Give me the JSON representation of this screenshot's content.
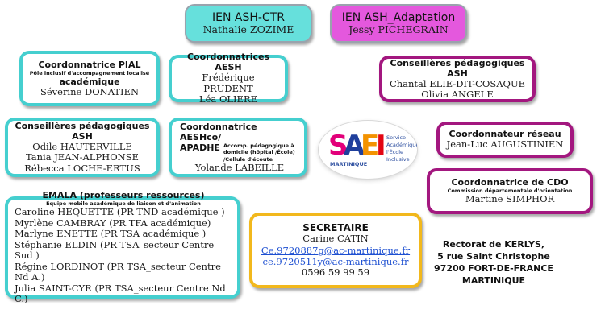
{
  "top": {
    "ctr": {
      "title": "IEN ASH-CTR",
      "name": "Nathalie ZOZIME"
    },
    "adaptation": {
      "title": "IEN ASH_Adaptation",
      "name": "Jessy PICHEGRAIN"
    }
  },
  "pial": {
    "title": "Coordonnatrice PIAL",
    "sub": "Pôle inclusif d'accompagnement localisé",
    "title2": "académique",
    "name": "Séverine DONATIEN"
  },
  "aesh": {
    "title": "Coordonnatrices AESH",
    "names": [
      "Frédérique PRUDENT",
      "Léa OLIERE"
    ]
  },
  "cp_ash_left": {
    "title": "Conseillères pédagogiques ASH",
    "names": [
      "Odile HAUTERVILLE",
      "Tania JEAN-ALPHONSE",
      "Rébecca LOCHE-ERTUS"
    ]
  },
  "aeshco": {
    "title_a": "Coordonnatrice AESHco/",
    "title_b": "APADHE",
    "sub": "Accomp. pédagogique à domicile (hôpital /École) /Cellule d'écoute",
    "name": "Yolande LABEILLE"
  },
  "cp_ash_right": {
    "title": "Conseillères pédagogiques ASH",
    "names": [
      "Chantal ELIE-DIT-COSAQUE",
      "Olivia ANGELE"
    ]
  },
  "reseau": {
    "title": "Coordonnateur réseau",
    "name": "Jean-Luc AUGUSTINIEN"
  },
  "cdo": {
    "title": "Coordonnatrice de CDO",
    "sub": "Commission départementale d'orientation",
    "name": "Martine SIMPHOR"
  },
  "emala": {
    "title": "EMALA (professeurs ressources)",
    "sub": "Equipe mobile académique de liaison et d'animation",
    "names": [
      "Caroline HEQUETTE (PR TND académique )",
      "Myrlène CAMBRAY (PR TFA académique)",
      "Marlyne ENETTE (PR TSA académique )",
      "Stéphanie ELDIN (PR TSA_secteur Centre Sud )",
      "Régine LORDINOT (PR TSA_secteur Centre Nd A.)",
      "Julia SAINT-CYR (PR TSA_secteur Centre Nd C.)"
    ]
  },
  "secretaire": {
    "title": "SECRETAIRE",
    "name": "Carine CATIN",
    "emails": [
      "Ce.9720887g@ac-martinique.fr",
      "ce.9720511y@ac-martinique.fr"
    ],
    "phone": "0596 59 99 59"
  },
  "address": [
    "Rectorat de KERLYS,",
    "5 rue Saint Christophe",
    "97200 FORT-DE-FRANCE",
    "MARTINIQUE"
  ],
  "logo": {
    "mark": "SAEI",
    "region": "MARTINIQUE",
    "lines": [
      "Service",
      "Académique de",
      "l'École",
      "Inclusive"
    ],
    "colors": {
      "s": "#e2007a",
      "a": "#1f3f9c",
      "e": "#f39200",
      "i": "#e30613",
      "text": "#2d4fa0"
    }
  }
}
